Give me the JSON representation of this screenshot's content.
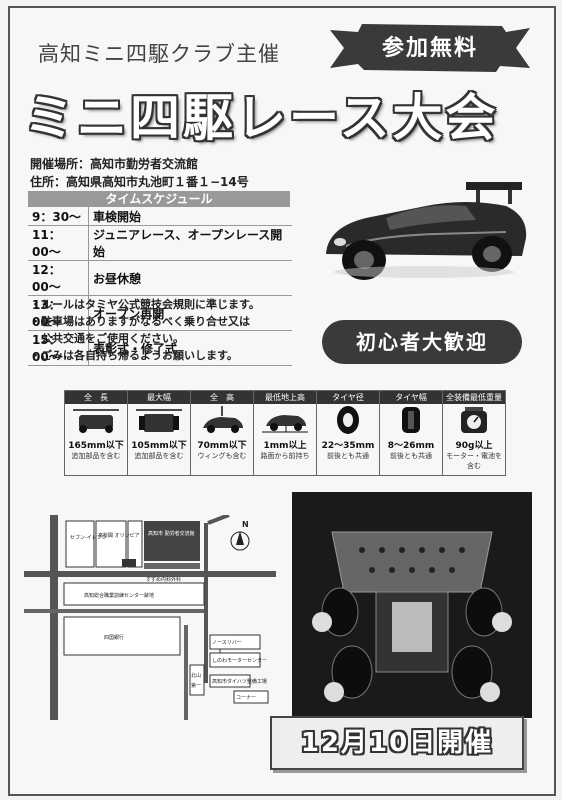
{
  "header": {
    "organizer": "高知ミニ四駆クラブ主催",
    "free_badge": "参加無料",
    "title": "ミニ四駆レース大会"
  },
  "venue": {
    "place": "開催場所：高知市勤労者交流館",
    "address": "住所：高知県高知市丸池町１番１−14号"
  },
  "schedule": {
    "header": "タイムスケジュール",
    "rows": [
      {
        "time": "9：30〜",
        "event": "車検開始"
      },
      {
        "time": "11：00〜",
        "event": "ジュニアレース、オープンレース開始"
      },
      {
        "time": "12：00〜",
        "event": "お昼休憩"
      },
      {
        "time": "13：00〜",
        "event": "オープン再開"
      },
      {
        "time": "15：00〜",
        "event": "表彰式・修了式"
      }
    ]
  },
  "notes": [
    "・ルールはタミヤ公式競技会規則に準じます。",
    "・駐車場はありますがなるべく乗り合せ又は",
    "　公共交通をご使用ください。",
    "・ごみは各自持ち帰るようお願いします。"
  ],
  "welcome": "初心者大歓迎",
  "regulations": [
    {
      "title": "全　長",
      "value": "165mm以下",
      "sub": "追加部品を含む",
      "icon": "length-icon"
    },
    {
      "title": "最大幅",
      "value": "105mm以下",
      "sub": "追加部品を含む",
      "icon": "width-icon"
    },
    {
      "title": "全　高",
      "value": "70mm以下",
      "sub": "ウィングも含む",
      "icon": "height-icon"
    },
    {
      "title": "最低地上高",
      "value": "1mm以上",
      "sub": "路面から前持ち",
      "icon": "clearance-icon"
    },
    {
      "title": "タイヤ径",
      "value": "22〜35mm",
      "sub": "前後とも共通",
      "icon": "tire-diameter-icon"
    },
    {
      "title": "タイヤ幅",
      "value": "8〜26mm",
      "sub": "前後とも共通",
      "icon": "tire-width-icon"
    },
    {
      "title": "全装備最低重量",
      "value": "90g以上",
      "sub": "モーター・電池を含む",
      "icon": "scale-icon"
    }
  ],
  "map": {
    "north": "N",
    "labels": {
      "seven": "セブン-イレブン",
      "olympic": "高新閣 オリンピア",
      "kaikan": "高知市 勤労者交流館",
      "sumai": "すずめ内科外科",
      "center": "高知総合職業訓練センター跡地",
      "bank": "四国銀行",
      "north_river": "ノースリバー",
      "motor": "しのわモーターセンター",
      "shop": "高知市ダイハツ整備工場",
      "kitayama": "北山",
      "daiichi": "第一",
      "corner": "コーナー"
    }
  },
  "date": "12月10日開催",
  "colors": {
    "dark": "#333333",
    "badge": "#3a3a3a",
    "gray": "#999999"
  }
}
